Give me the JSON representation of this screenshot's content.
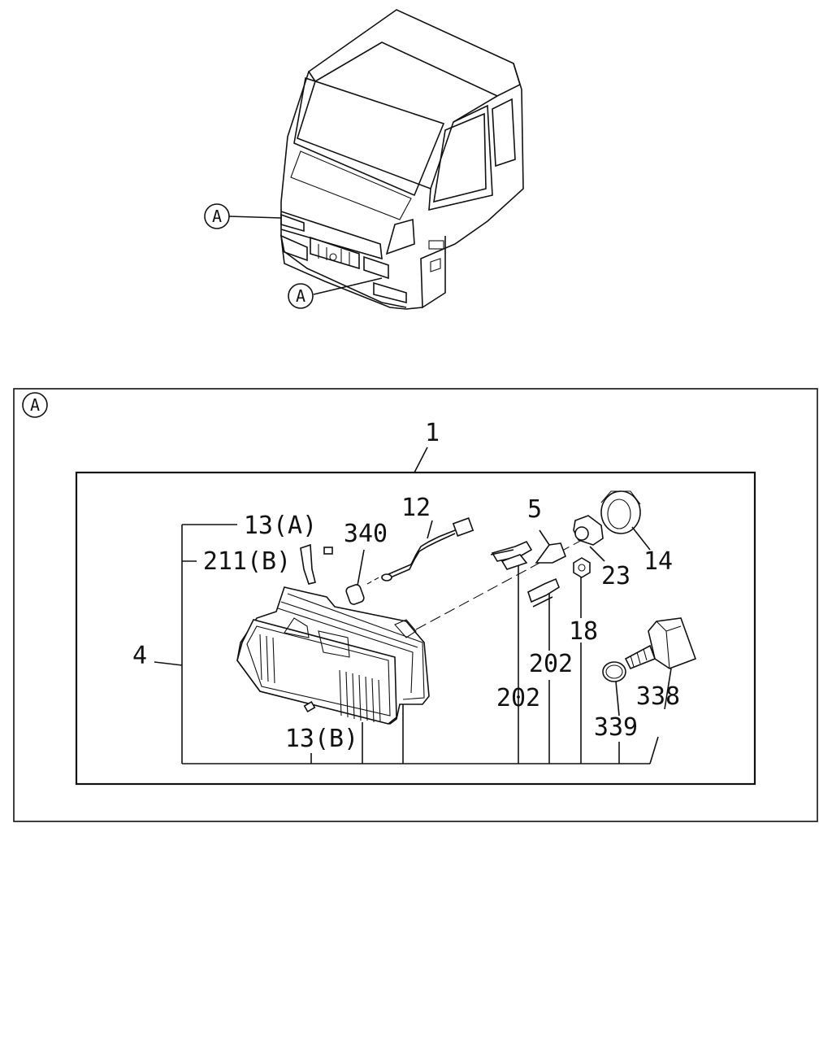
{
  "callouts": {
    "overview_upper": "A",
    "overview_lower": "A",
    "detail": "A"
  },
  "labels": {
    "p1": "1",
    "p4": "4",
    "p5": "5",
    "p12": "12",
    "p13a": "13(A)",
    "p13b": "13(B)",
    "p14": "14",
    "p18": "18",
    "p23": "23",
    "p202a": "202",
    "p202b": "202",
    "p211b": "211(B)",
    "p338": "338",
    "p339": "339",
    "p340": "340"
  }
}
